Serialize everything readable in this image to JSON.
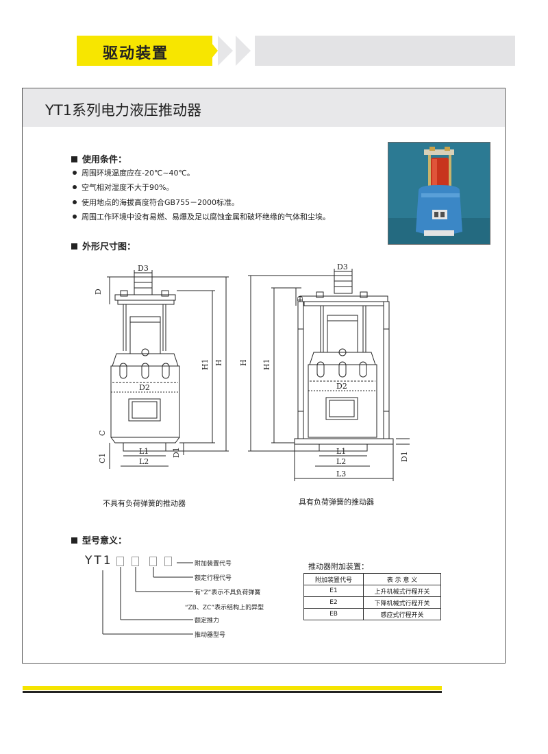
{
  "header": {
    "category": "驱动装置",
    "colors": {
      "accent": "#f7e600",
      "chevron": "#e6e6e8",
      "banner_gray": "#e3e3e5"
    }
  },
  "document": {
    "title": "YT1系列电力液压推动器"
  },
  "conditions": {
    "heading": "使用条件：",
    "items": [
      "周围环境温度应在-20℃~40℃。",
      "空气相对湿度不大于90%。",
      "使用地点的海拔高度符合GB755－2000标准。",
      "周围工作环境中没有易燃、易爆及足以腐蚀金属和破坏绝缘的气体和尘埃。"
    ]
  },
  "dimensions": {
    "heading": "外形尺寸图：",
    "caption_left": "不具有负荷弹簧的推动器",
    "caption_right": "具有负荷弹簧的推动器",
    "labels": {
      "d3": "D3",
      "d": "D",
      "h1": "H1",
      "h": "H",
      "d2": "D2",
      "c": "C",
      "c1": "C1",
      "d1": "D1",
      "l1": "L1",
      "l2": "L2",
      "l3": "L3"
    }
  },
  "model": {
    "heading": "型号意义：",
    "prefix": "YT1",
    "labels": [
      "附加装置代号",
      "额定行程代号",
      "有“Z”表示不具负荷弹簧",
      "“ZB、ZC”表示结构上的异型",
      "额定推力",
      "推动器型号"
    ]
  },
  "accessory_table": {
    "title": "推动器附加装置：",
    "headers": [
      "附加装置代号",
      "表 示 意 义"
    ],
    "rows": [
      [
        "E1",
        "上升机械式行程开关"
      ],
      [
        "E2",
        "下降机械式行程开关"
      ],
      [
        "EB",
        "感应式行程开关"
      ]
    ]
  }
}
